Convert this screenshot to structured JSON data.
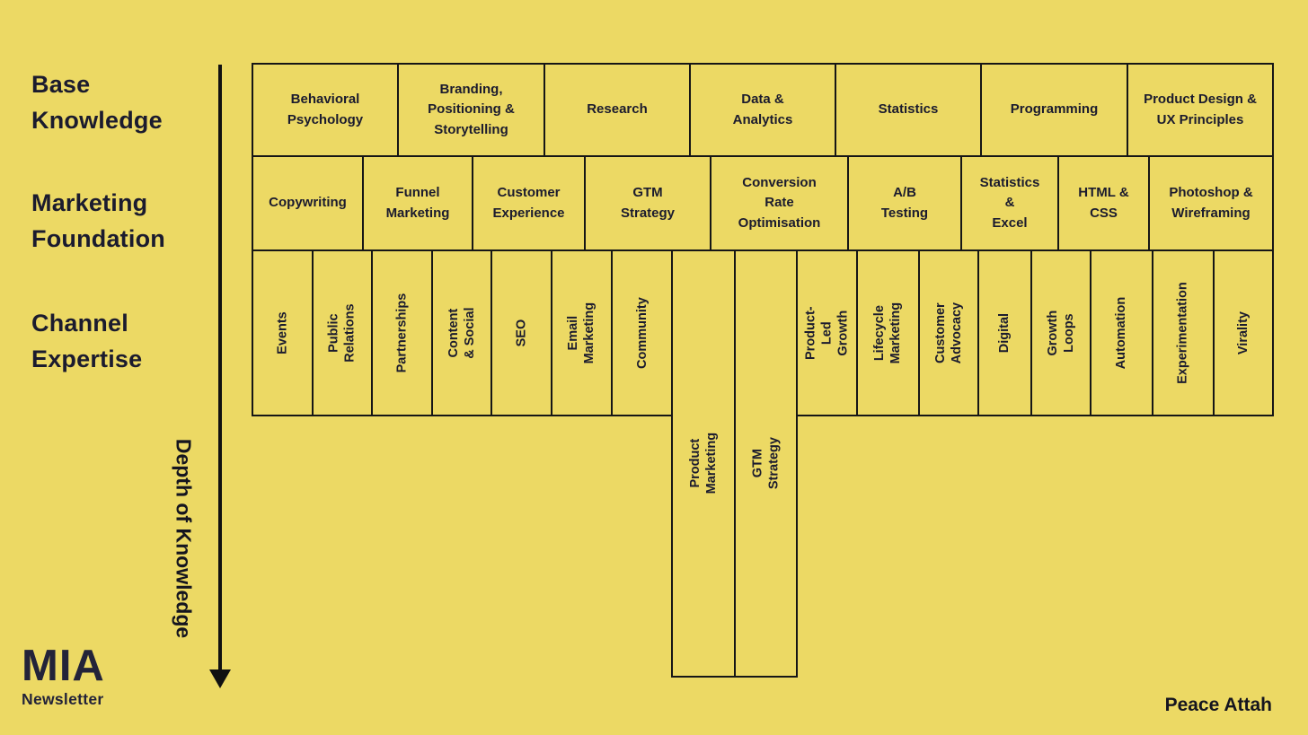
{
  "page": {
    "background_color": "#ECD964",
    "border_color": "#161616",
    "text_color": "#1B1B2E"
  },
  "row_labels": [
    {
      "label": "Base\nKnowledge"
    },
    {
      "label": "Marketing\nFoundation"
    },
    {
      "label": "Channel\nExpertise"
    }
  ],
  "axis": {
    "label": "Depth of Knowledge",
    "icon": "down-arrow"
  },
  "matrix": {
    "base_knowledge": [
      "Behavioral\nPsychology",
      "Branding,\nPositioning &\nStorytelling",
      "Research",
      "Data &\nAnalytics",
      "Statistics",
      "Programming",
      "Product Design &\nUX Principles"
    ],
    "marketing_foundation": [
      "Copywriting",
      "Funnel\nMarketing",
      "Customer\nExperience",
      "GTM\nStrategy",
      "Conversion\nRate\nOptimisation",
      "A/B\nTesting",
      "Statistics\n&\nExcel",
      "HTML &\nCSS",
      "Photoshop &\nWireframing"
    ],
    "channel_expertise": [
      {
        "label": "Events",
        "deep": false
      },
      {
        "label": "Public Relations",
        "deep": false
      },
      {
        "label": "Partnerships",
        "deep": false
      },
      {
        "label": "Content & Social",
        "deep": false
      },
      {
        "label": "SEO",
        "deep": false
      },
      {
        "label": "Email Marketing",
        "deep": false
      },
      {
        "label": "Community",
        "deep": false
      },
      {
        "label": "Product Marketing",
        "deep": true
      },
      {
        "label": "GTM Strategy",
        "deep": true
      },
      {
        "label": "Product-Led\nGrowth",
        "deep": false
      },
      {
        "label": "Lifecycle\nMarketing",
        "deep": false
      },
      {
        "label": "Customer\nAdvocacy",
        "deep": false
      },
      {
        "label": "Digital",
        "deep": false
      },
      {
        "label": "Growth Loops",
        "deep": false
      },
      {
        "label": "Automation",
        "deep": false
      },
      {
        "label": "Experimentation",
        "deep": false
      },
      {
        "label": "Virality",
        "deep": false
      }
    ]
  },
  "footer": {
    "brand": "MIA",
    "brand_sub": "Newsletter",
    "credit": "Peace Attah"
  }
}
